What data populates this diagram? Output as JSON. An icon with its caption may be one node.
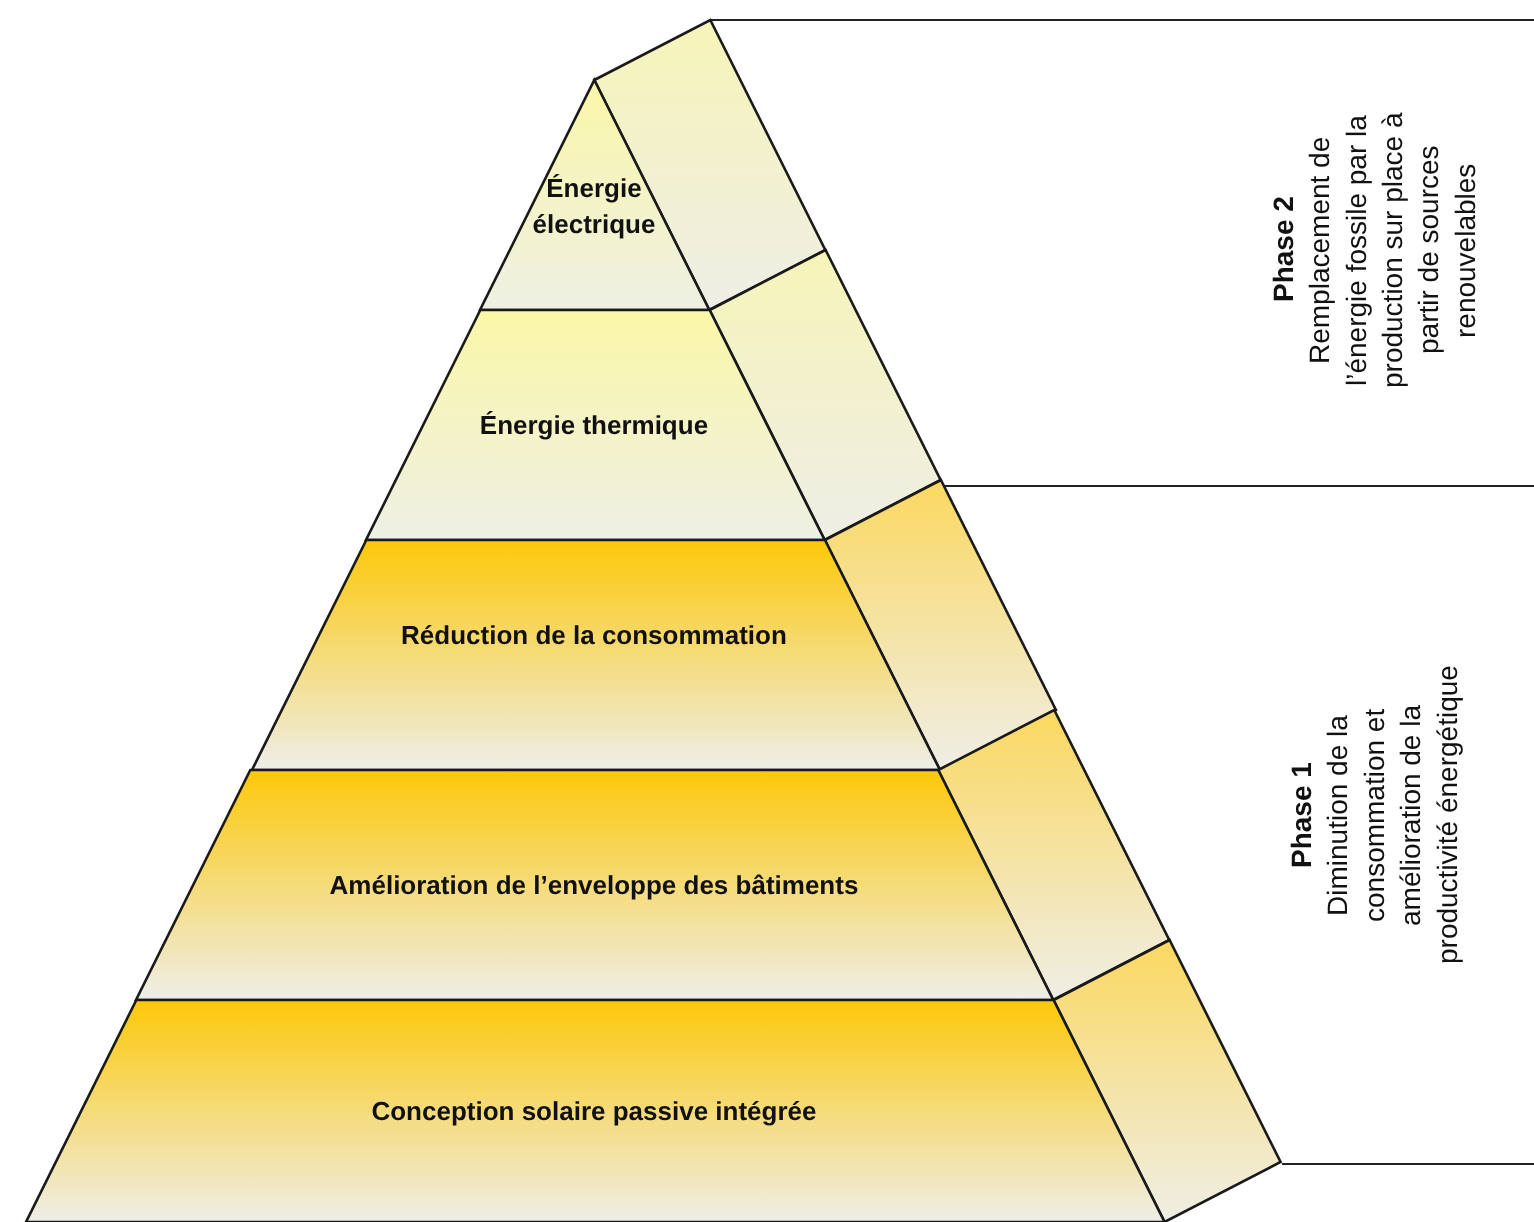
{
  "diagram": {
    "nodes": [
      {
        "text": [
          "Énergie électrique"
        ]
      },
      {
        "text": [
          "Énergie thermique"
        ]
      },
      {
        "text": [
          "Réduction de la consommation"
        ]
      },
      {
        "text": [
          "Amélioration de l’enveloppe des bâtiments"
        ]
      },
      {
        "text": [
          "Conception solaire passive intégrée"
        ]
      },
      {
        "text": [
          "Phase 2",
          "Remplacement de l’énergie fossile par la production sur place à partir de sources renouvelables"
        ]
      },
      {
        "text": [
          "Phase 1",
          "Diminution de la consommation et amélioration de la productivité énergétique"
        ]
      }
    ]
  }
}
